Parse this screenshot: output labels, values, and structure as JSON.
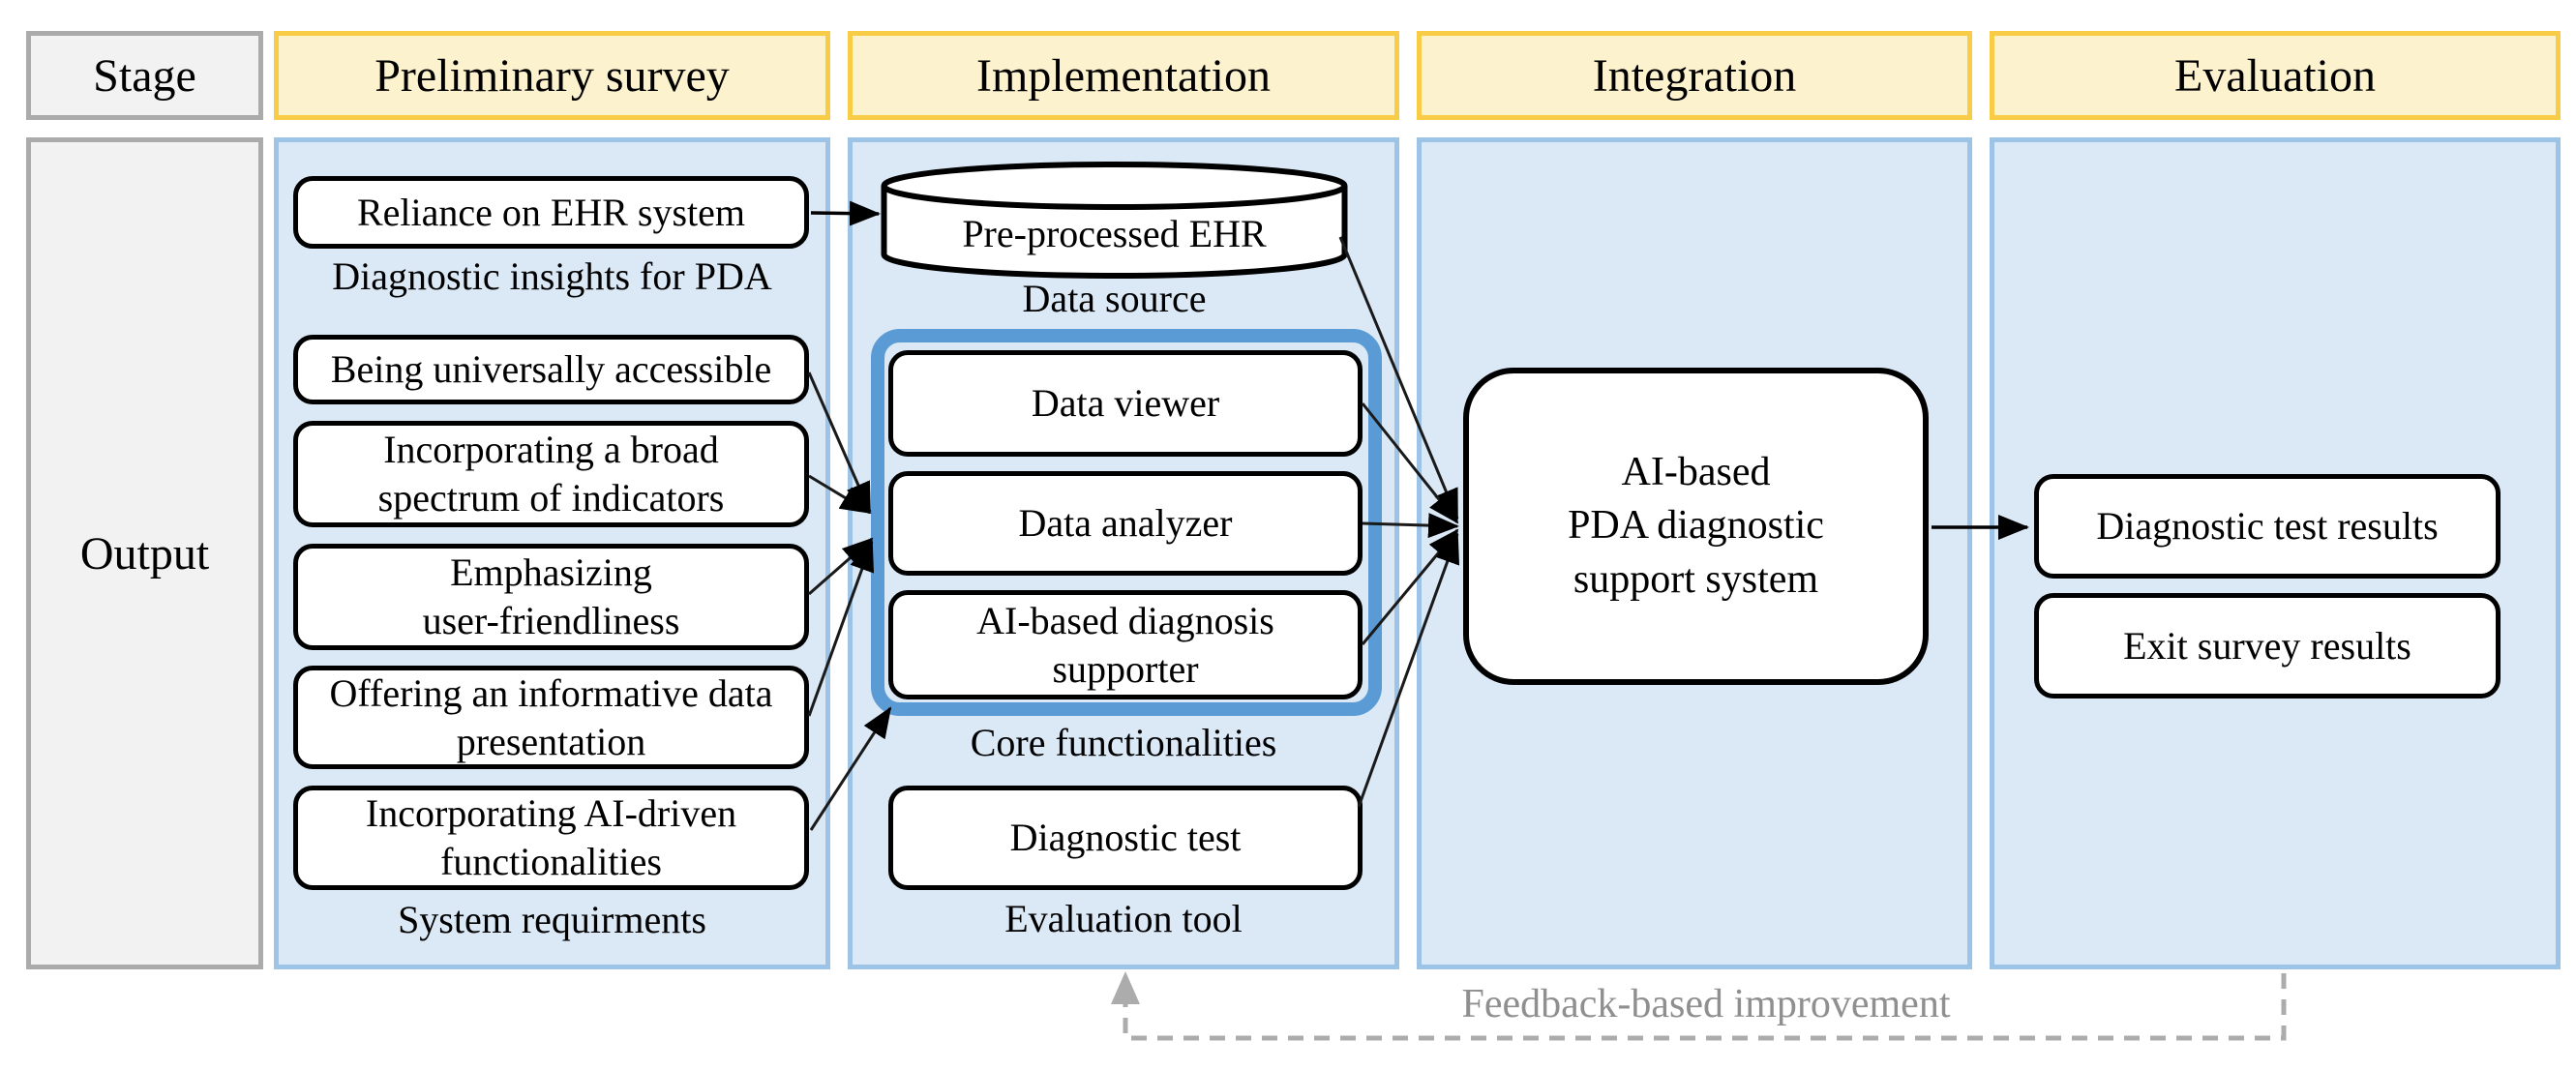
{
  "colors": {
    "header_fill": "#FDF2CE",
    "header_border": "#F8CC46",
    "stage_fill": "#F2F2F2",
    "stage_border": "#ABABAB",
    "panel_fill": "#DBE8F6",
    "panel_border": "#9DC3E6",
    "node_fill": "#FFFFFF",
    "node_border": "#000000",
    "core_group_border": "#5B9BD5",
    "feedback_line": "#ACACAC",
    "feedback_text": "#8F8F8F"
  },
  "stage_column": {
    "header": "Stage",
    "output_label": "Output"
  },
  "preliminary": {
    "header": "Preliminary survey",
    "ehr_box": "Reliance on EHR system",
    "ehr_caption": "Diagnostic insights for PDA",
    "requirement_boxes": [
      [
        "Being universally accessible"
      ],
      [
        "Incorporating a broad",
        "spectrum of indicators"
      ],
      [
        "Emphasizing",
        "user-friendliness"
      ],
      [
        "Offering an informative data",
        "presentation"
      ],
      [
        "Incorporating AI-driven",
        "functionalities"
      ]
    ],
    "requirements_caption": "System requirments"
  },
  "implementation": {
    "header": "Implementation",
    "datasource_cylinder": "Pre-processed EHR",
    "datasource_caption": "Data source",
    "core_boxes": [
      [
        "Data viewer"
      ],
      [
        "Data analyzer"
      ],
      [
        "AI-based diagnosis",
        "supporter"
      ]
    ],
    "core_caption": "Core functionalities",
    "test_box": "Diagnostic test",
    "test_caption": "Evaluation tool"
  },
  "integration": {
    "header": "Integration",
    "system_box_lines": [
      "AI-based",
      "PDA diagnostic",
      "support system"
    ]
  },
  "evaluation": {
    "header": "Evaluation",
    "result_boxes": [
      "Diagnostic test results",
      "Exit survey results"
    ]
  },
  "feedback": {
    "label": "Feedback-based improvement"
  }
}
